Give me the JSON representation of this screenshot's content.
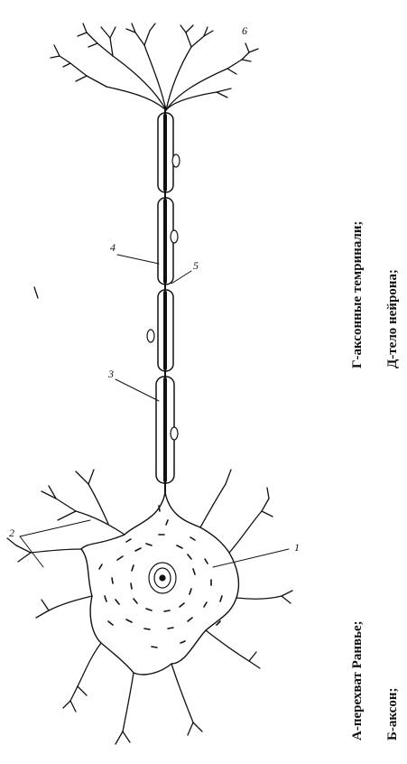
{
  "labels": {
    "n1": "1",
    "n2": "2",
    "n3": "3",
    "n4": "4",
    "n5": "5",
    "n6": "6"
  },
  "legend": {
    "a": "А-перехват Ранвье;",
    "b": "Б-аксон;",
    "g": "Г-аксонные темринали;",
    "d": "Д-тело нейрона;"
  }
}
